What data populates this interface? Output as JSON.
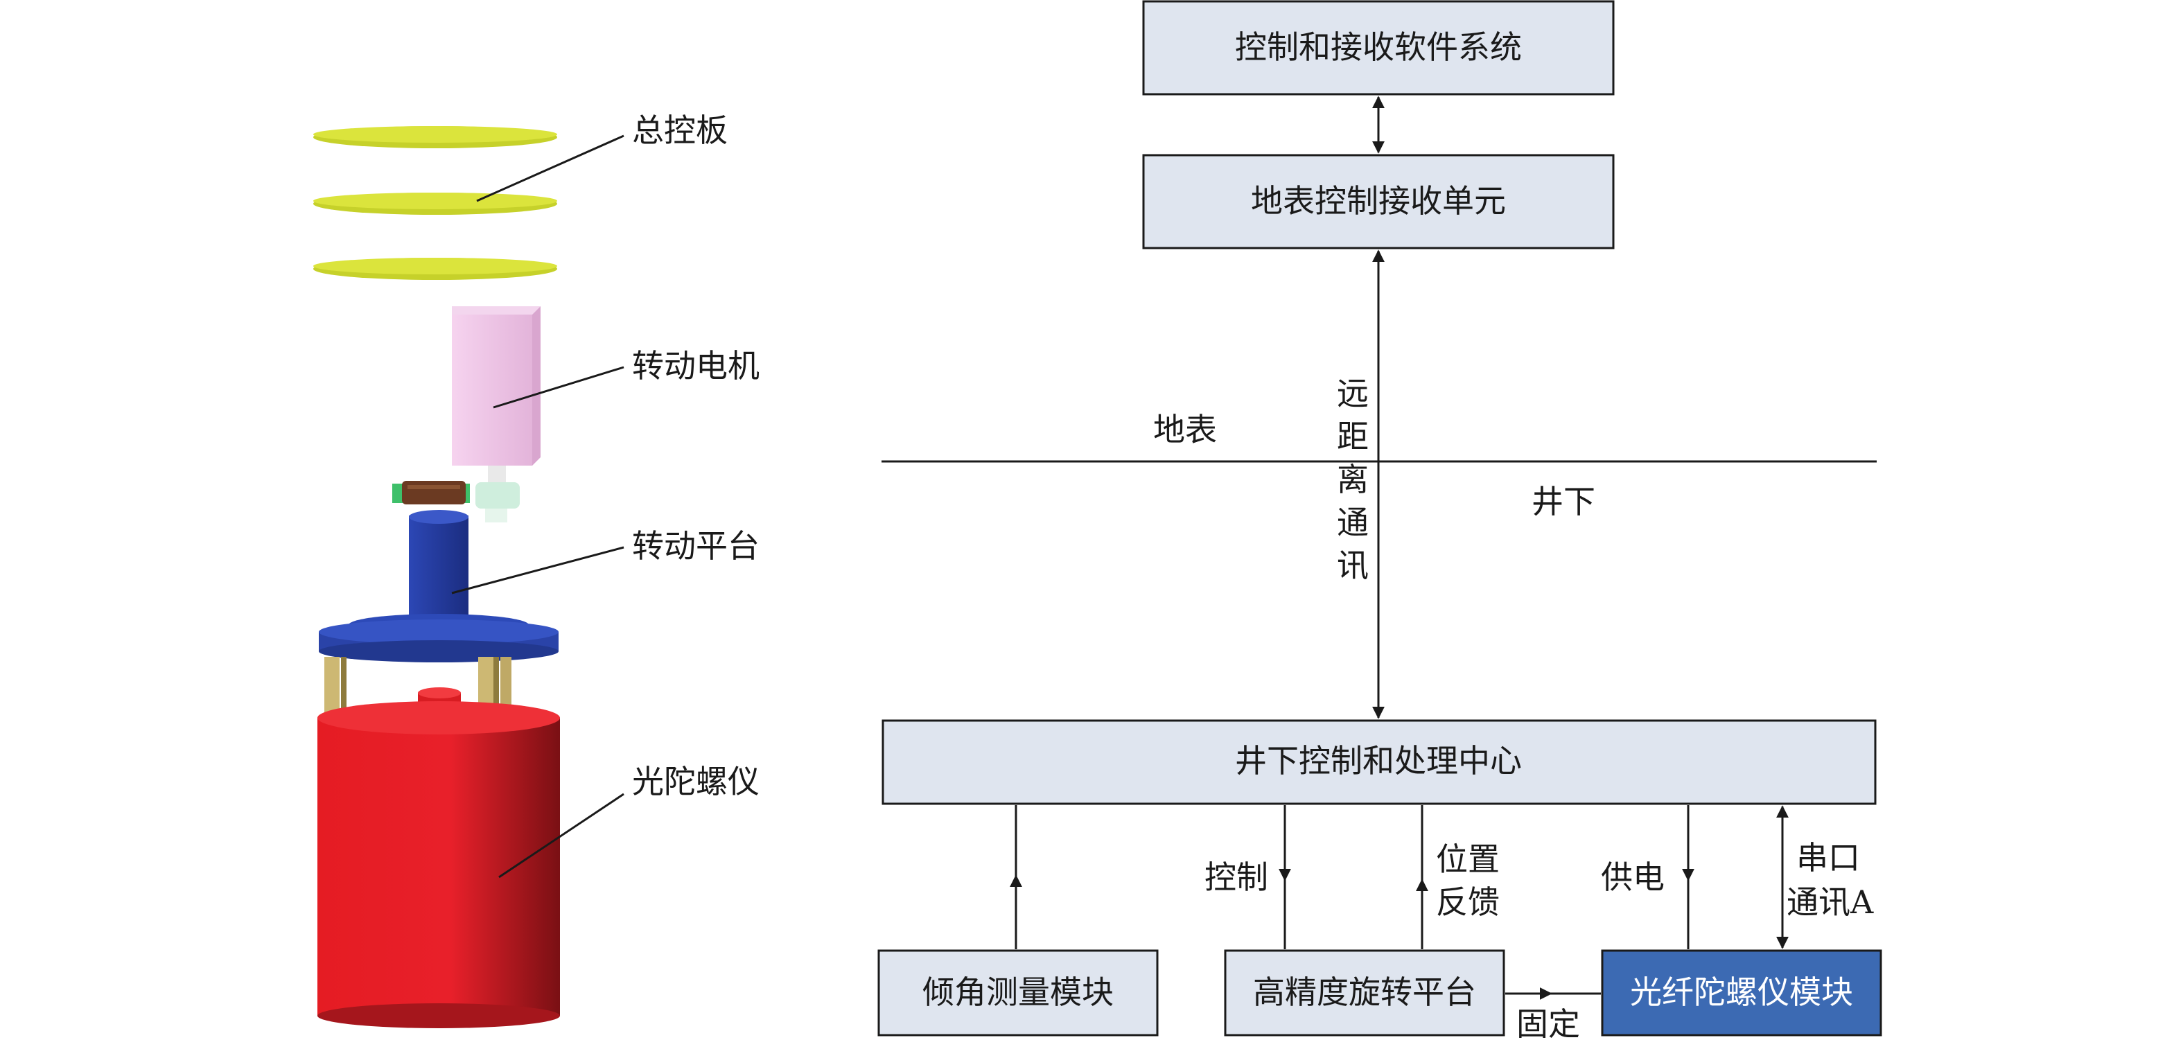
{
  "left_figure": {
    "labels": {
      "main_board": "总控板",
      "motor": "转动电机",
      "platform": "转动平台",
      "gyro": "光陀螺仪"
    }
  },
  "block_diagram": {
    "boxes": {
      "software": "控制和接收软件系统",
      "surface_unit": "地表控制接收单元",
      "downhole_center": "井下控制和处理中心",
      "tilt": "倾角测量模块",
      "rotary_platform": "高精度旋转平台",
      "fog": "光纤陀螺仪模块"
    },
    "labels": {
      "surface": "地表",
      "downhole": "井下",
      "remote_1": "远",
      "remote_2": "距",
      "remote_3": "离",
      "remote_4": "通",
      "remote_5": "讯",
      "control": "控制",
      "pos_fb_1": "位置",
      "pos_fb_2": "反馈",
      "power": "供电",
      "serial_1": "串口",
      "serial_2": "通讯A",
      "fixed": "固定"
    },
    "colors": {
      "box_fill": "#dfe5ef",
      "highlight_fill": "#3c6ab3"
    }
  }
}
